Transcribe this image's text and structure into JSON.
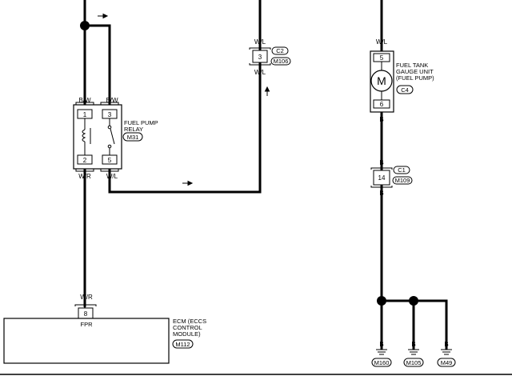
{
  "wires": {
    "bw_left": "B/W",
    "bw_right": "B/W",
    "wr_relay": "W/R",
    "wl_relay": "W/L",
    "wl_c2_top": "W/L",
    "wl_c2_bottom": "W/L",
    "wl_gauge": "W/L",
    "b_gauge": "B",
    "b_c1_top": "B",
    "b_c1_bottom": "B",
    "wr_ecm": "W/R",
    "b_g1": "B",
    "b_g2": "B",
    "b_g3": "B"
  },
  "relay": {
    "name_line1": "FUEL PUMP",
    "name_line2": "RELAY",
    "connector": "M31",
    "pins": [
      "1",
      "3",
      "2",
      "5"
    ]
  },
  "connector_c2": {
    "pin": "3",
    "ids": [
      "C2",
      "M106"
    ]
  },
  "gauge_unit": {
    "line1": "FUEL TANK",
    "line2": "GAUGE UNIT",
    "line3": "(FUEL PUMP)",
    "connector": "C4",
    "symbol": "M",
    "pins": [
      "5",
      "6"
    ]
  },
  "connector_c1": {
    "pin": "14",
    "ids": [
      "C1",
      "M109"
    ]
  },
  "ecm": {
    "line1": "ECM (ECCS",
    "line2": "CONTROL",
    "line3": "MODULE)",
    "connector": "M112",
    "pin": "8",
    "terminal": "FPR"
  },
  "grounds": [
    "M160",
    "M105",
    "M49"
  ]
}
